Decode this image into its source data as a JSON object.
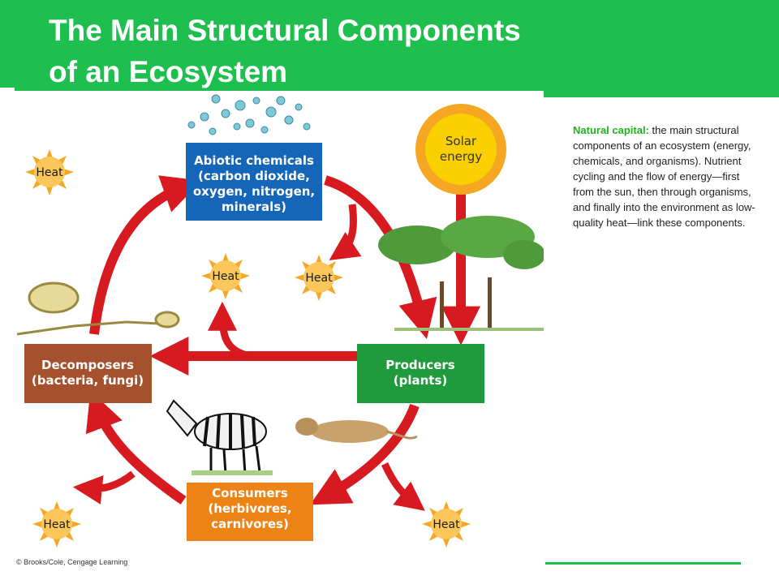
{
  "slide": {
    "title_line1": "The Main Structural Components",
    "title_line2": "of an Ecosystem"
  },
  "caption": {
    "term": "Natural capital:",
    "text": " the main structural components of an ecosystem (energy, chemicals, and organisms). Nutrient cycling and the flow of energy—first from the sun, then through organisms, and finally into the environment as low-quality heat—link these components."
  },
  "diagram": {
    "sun": {
      "line1": "Solar",
      "line2": "energy"
    },
    "abiotic": {
      "line1": "Abiotic chemicals",
      "line2": "(carbon dioxide,",
      "line3": "oxygen, nitrogen,",
      "line4": "minerals)",
      "color": "#1565b8"
    },
    "producers": {
      "line1": "Producers",
      "line2": "(plants)",
      "color": "#1f9a3c"
    },
    "decomposers": {
      "line1": "Decomposers",
      "line2": "(bacteria, fungi)",
      "color": "#a5512d"
    },
    "consumers": {
      "line1": "Consumers",
      "line2": "(herbivores,",
      "line3": "carnivores)",
      "color": "#ec8314"
    },
    "heat_label": "Heat",
    "credit": "© Brooks/Cole, Cengage Learning",
    "arrow_color": "#d71920",
    "heat_color": "#f5a623",
    "sun_color": "#fbd000"
  },
  "colors": {
    "header": "#1fbf4f",
    "caption_term": "#20b020"
  }
}
